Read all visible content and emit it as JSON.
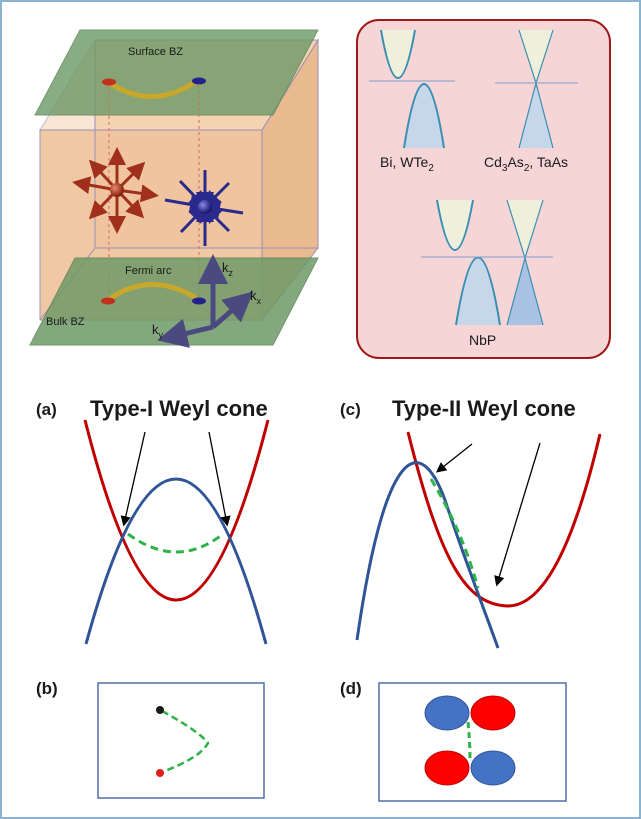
{
  "cube_panel": {
    "surface_bz": "Surface BZ",
    "fermi_arc": "Fermi arc",
    "bulk_bz": "Bulk BZ",
    "axes": {
      "kz": "k",
      "kz_sub": "z",
      "kx": "k",
      "kx_sub": "x",
      "ky": "k",
      "ky_sub": "y"
    }
  },
  "materials_panel": {
    "label_1": "Bi, WTe",
    "label_1_sub": "2",
    "label_2a": "Cd",
    "label_2a_sub": "3",
    "label_2b": "As",
    "label_2b_sub": "2",
    "label_2c": ", TaAs",
    "label_3": "NbP"
  },
  "panel_a": {
    "letter": "(a)",
    "title": "Type-I Weyl cone"
  },
  "panel_b": {
    "letter": "(b)"
  },
  "panel_c": {
    "letter": "(c)",
    "title": "Type-II Weyl cone"
  },
  "panel_d": {
    "letter": "(d)"
  },
  "colors": {
    "red_band": "#c00000",
    "blue_band": "#2f5597",
    "green_dash": "#2db34a",
    "box_border": "#4f6fa8",
    "cube_fill": "#f2c9a4",
    "bz_fill": "#6f9a68",
    "materials_bg": "#f5d5d6",
    "materials_border": "#a01818"
  }
}
